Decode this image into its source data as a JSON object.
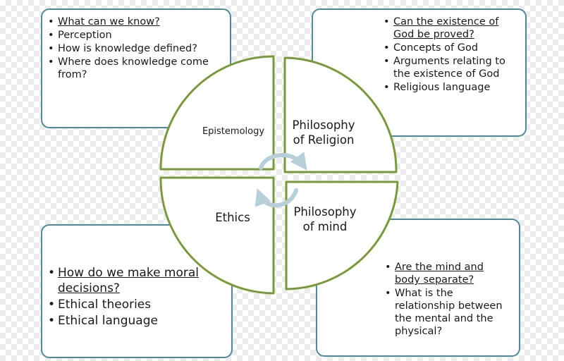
{
  "quadrants": {
    "epistemology": {
      "label": "Epistemology"
    },
    "religion": {
      "line1": "Philosophy",
      "line2": "of Religion"
    },
    "ethics": {
      "label": "Ethics"
    },
    "mind": {
      "line1": "Philosophy",
      "line2": "of mind"
    }
  },
  "boxes": {
    "epistemology": {
      "items": [
        "What can we know?",
        "Perception",
        "How is knowledge defined?",
        "Where does knowledge come from?"
      ]
    },
    "religion": {
      "items": [
        "Can the existence of God be proved?",
        "Concepts of God",
        "Arguments relating to the existence of God",
        "Religious language"
      ]
    },
    "ethics": {
      "items": [
        "How do we make moral decisions?",
        "Ethical theories",
        "Ethical language"
      ]
    },
    "mind": {
      "items": [
        "Are the mind and body separate?",
        "What is the relationship between the mental and the physical?"
      ]
    }
  },
  "colors": {
    "box_border": "#4e8b98",
    "wheel_border": "#7a9a3a",
    "cycle_arrows": "#b7cfd8"
  }
}
